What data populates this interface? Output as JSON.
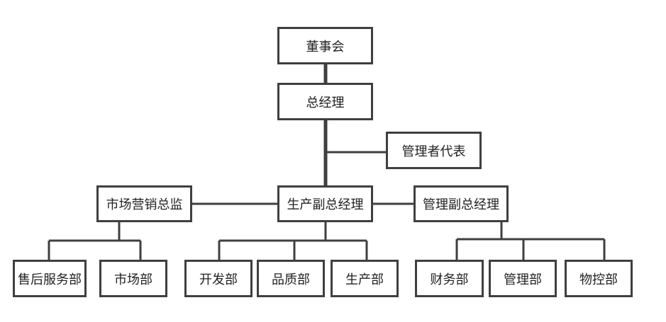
{
  "nodes": {
    "board": "董事会",
    "gm": "总经理",
    "mgmt_rep": "管理者代表",
    "marketing_director": "市场营销总监",
    "production_vp": "生产副总经理",
    "management_vp": "管理副总经理",
    "after_sales": "售后服务部",
    "market_dept": "市场部",
    "dev_dept": "开发部",
    "quality_dept": "品质部",
    "production_dept": "生产部",
    "finance_dept": "财务部",
    "management_dept": "管理部",
    "materials_dept": "物控部"
  }
}
